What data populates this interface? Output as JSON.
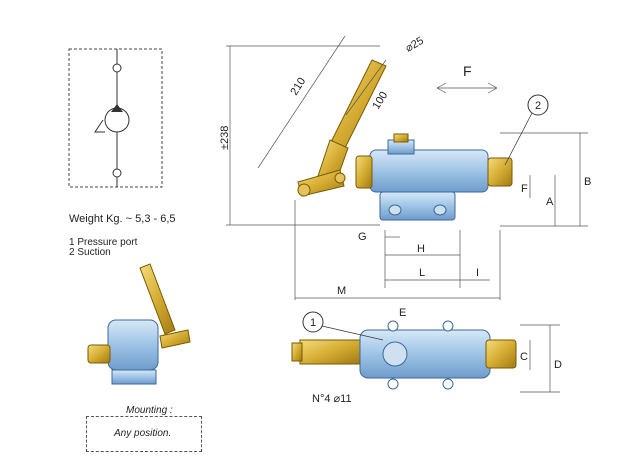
{
  "notes": {
    "weight": "Weight Kg. ~ 5,3 - 6,5",
    "port1": "1 Pressure port",
    "port2": "2 Suction",
    "mounting_title": "Mounting :",
    "mounting_value": "Any position."
  },
  "dimensions": {
    "d210": "210",
    "d100": "100",
    "d25": "⌀25",
    "d238": "±238",
    "flow": "F",
    "A": "A",
    "B": "B",
    "F": "F",
    "G": "G",
    "H": "H",
    "L": "L",
    "I": "I",
    "M": "M",
    "E": "E",
    "C": "C",
    "D": "D",
    "holes": "N°4  ⌀11"
  },
  "callouts": {
    "one": "1",
    "two": "2"
  },
  "colors": {
    "body_blue": "#a9cbe8",
    "brass": "#d8b23a",
    "line": "#333333"
  }
}
